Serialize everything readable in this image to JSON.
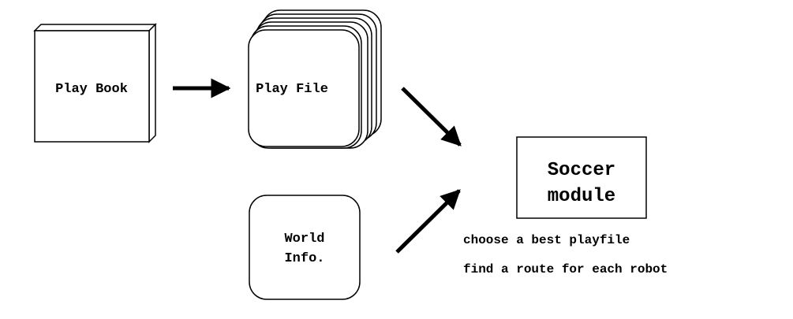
{
  "play_book": {
    "label": "Play Book"
  },
  "play_file": {
    "label": "Play File"
  },
  "world_info": {
    "line1": "World",
    "line2": "Info."
  },
  "soccer_module": {
    "line1": "Soccer",
    "line2": "module"
  },
  "notes": {
    "line1": "choose a best playfile",
    "line2": "find a route for each robot"
  }
}
